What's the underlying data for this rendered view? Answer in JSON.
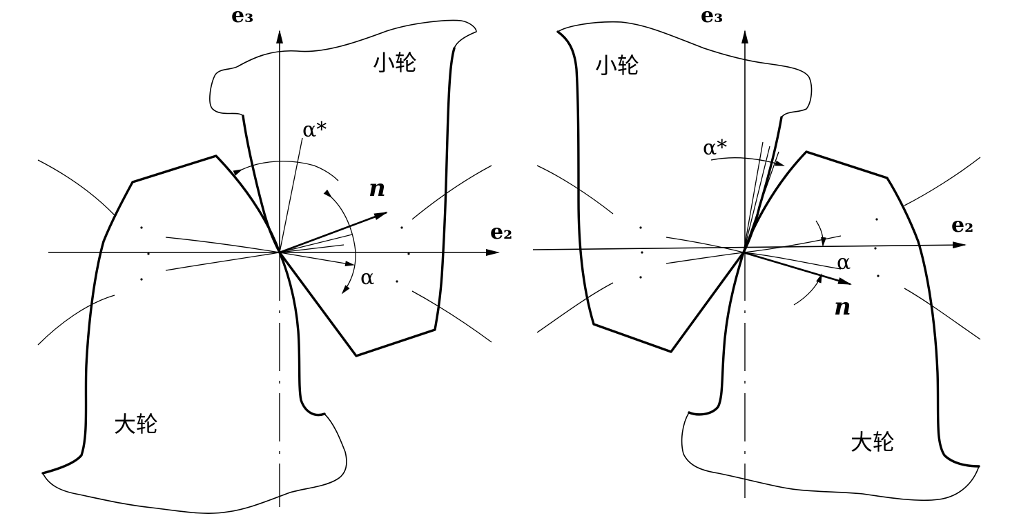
{
  "left_panel": {
    "axis_vertical_label": "e₃",
    "axis_horizontal_label": "e₂",
    "pinion_label": "小轮",
    "gear_label": "大轮",
    "angle_star_label": "α*",
    "angle_label": "α",
    "normal_label": "n"
  },
  "right_panel": {
    "axis_vertical_label": "e₃",
    "axis_horizontal_label": "e₂",
    "pinion_label": "小轮",
    "gear_label": "大轮",
    "angle_star_label": "α*",
    "angle_label": "α",
    "normal_label": "n"
  }
}
